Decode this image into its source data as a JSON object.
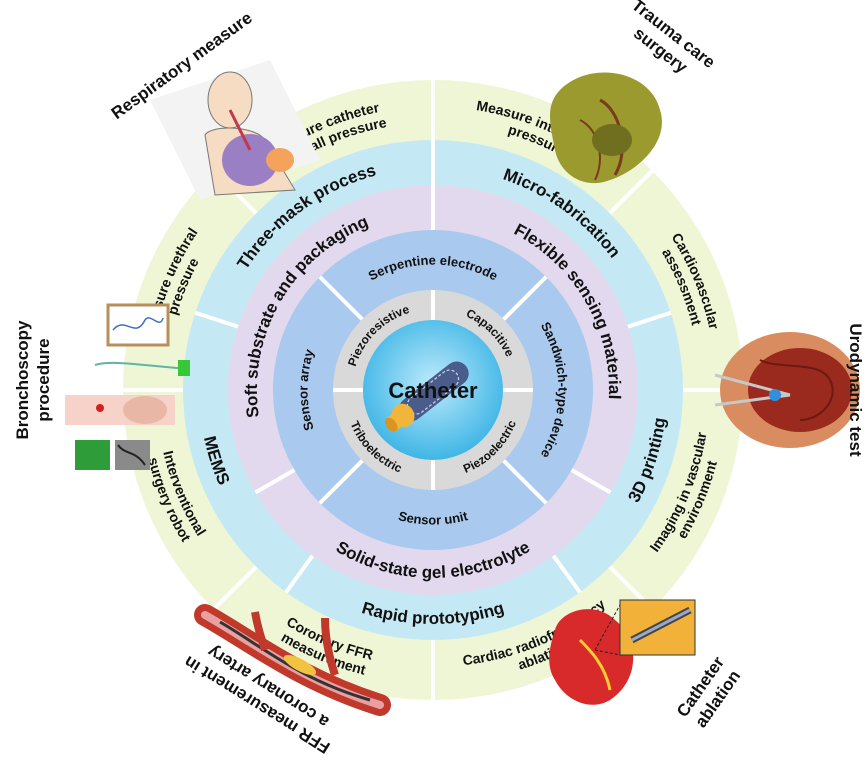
{
  "center": {
    "label": "Catheter"
  },
  "rings": {
    "transduction": [
      "Capacitive",
      "Piezoelectric",
      "Triboelectric",
      "Piezoresistive"
    ],
    "structure": [
      "Sandwich-type device",
      "Sensor unit",
      "Sensor array",
      "Serpentine electrode"
    ],
    "materials": [
      "Flexible sensing material",
      "Solid-state gel electrolyte",
      "Soft substrate and packaging"
    ],
    "fabrication": [
      "Micro-fabrication",
      "3D printing",
      "Rapid prototyping",
      "MEMS",
      "Three-mask process"
    ],
    "applications": [
      "Measure intracranial pressure",
      "Cardiovascular assessment",
      "Imaging in vascular environment",
      "Cardiac radiofrequency ablation",
      "Coronary FFR measurement",
      "Interventional surgery robot",
      "Measure urethral pressure",
      "Measure catheter sidewall pressure"
    ]
  },
  "procedures": [
    "Trauma care surgery",
    "Urodynamic test",
    "Catheter ablation",
    "FFR measurement in a coronary artery",
    "Bronchoscopy procedure",
    "Respiratory measure"
  ],
  "colors": {
    "outer_ring": "#eef6d6",
    "fabrication_ring": "#c5e9f4",
    "materials_ring": "#e2d9ee",
    "structure_ring": "#a9c9ef",
    "transduction_ring": "#d9d9d9",
    "core": "#5ec8ee"
  }
}
